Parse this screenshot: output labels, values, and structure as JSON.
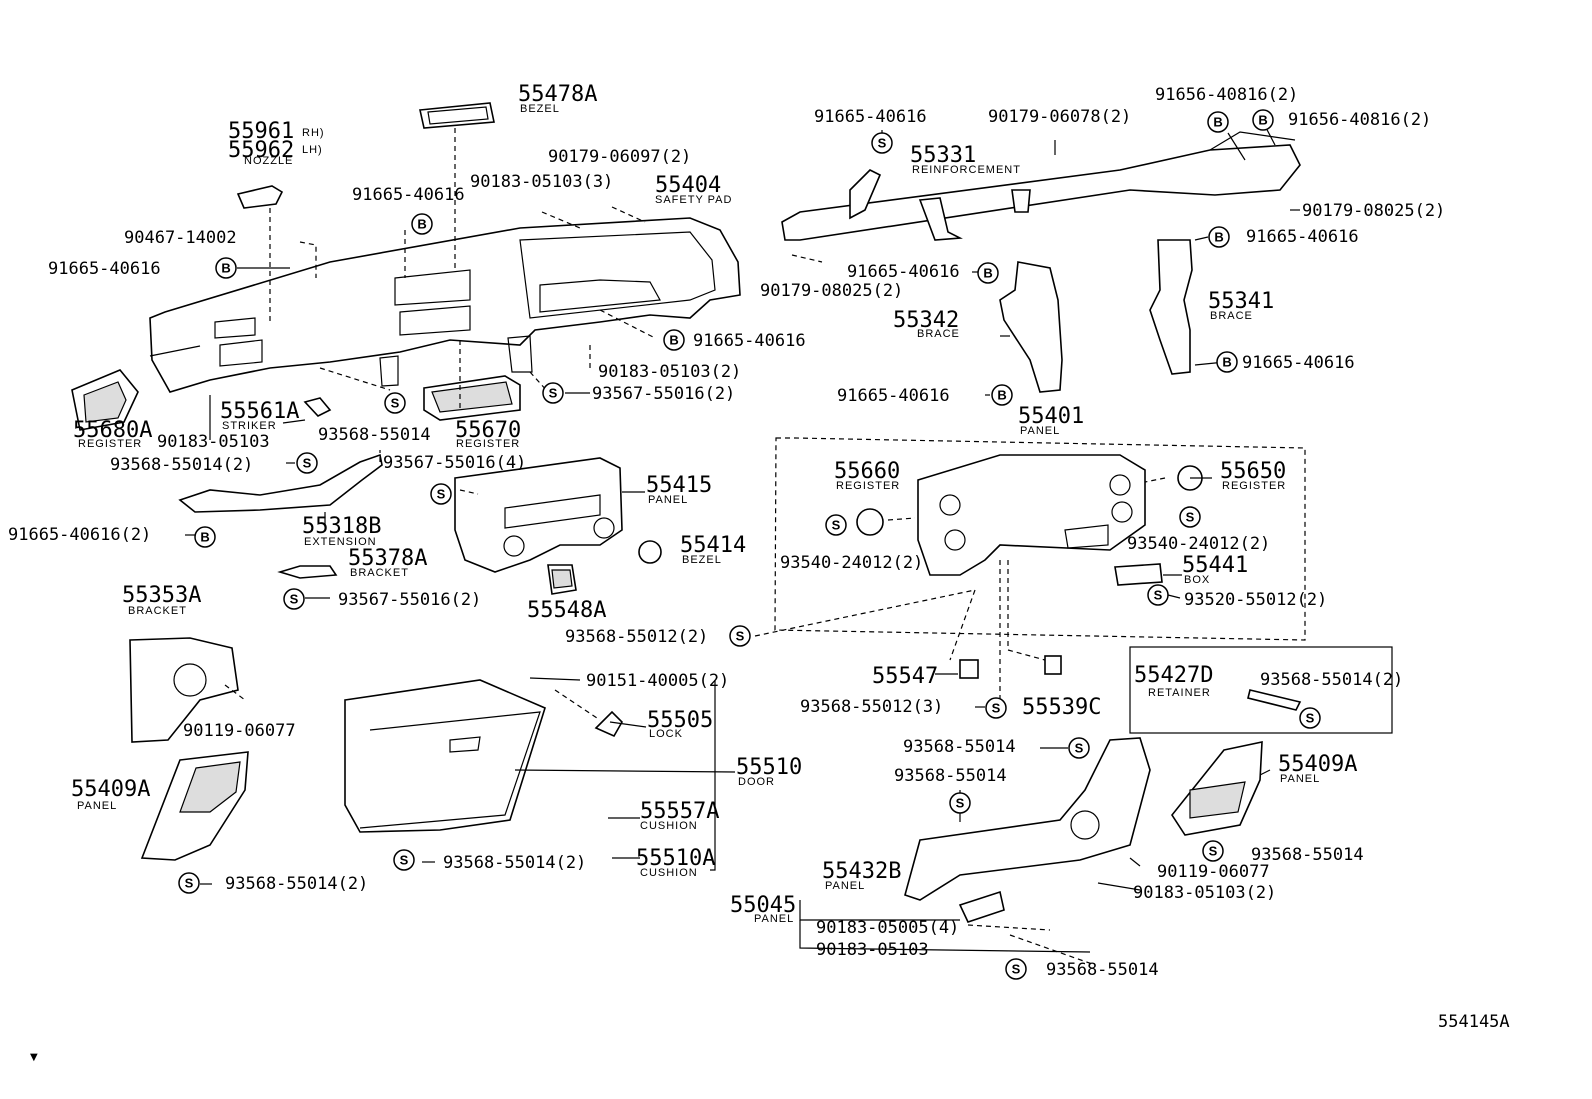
{
  "labels": {
    "l01": "55478A",
    "l02": "BEZEL",
    "l03": "55961",
    "l04": "RH)",
    "l05": "55962",
    "l06": "LH)",
    "l07": "NOZZLE",
    "l08": "90179-06097(2)",
    "l09": "90183-05103(3)",
    "l10": "55404",
    "l11": "SAFETY PAD",
    "l12": "91665-40616",
    "l13": "90467-14002",
    "l14": "91665-40616",
    "l15": "91665-40616",
    "l16": "90183-05103(2)",
    "l17": "93567-55016(2)",
    "l18": "55680A",
    "l19": "REGISTER",
    "l20": "55561A",
    "l21": "STRIKER",
    "l22": "90183-05103",
    "l23": "93568-55014",
    "l24": "55670",
    "l25": "REGISTER",
    "l26": "93568-55014(2)",
    "l27": "93567-55016(4)",
    "l28": "55415",
    "l29": "PANEL",
    "l30": "91665-40616(2)",
    "l31": "55318B",
    "l32": "EXTENSION",
    "l33": "55378A",
    "l34": "BRACKET",
    "l35": "55414",
    "l36": "BEZEL",
    "l37": "93567-55016(2)",
    "l38": "55548A",
    "l39": "55353A",
    "l40": "BRACKET",
    "l41": "93568-55012(2)",
    "l42": "90151-40005(2)",
    "l43": "90119-06077",
    "l44": "55505",
    "l45": "LOCK",
    "l46": "55510",
    "l47": "DOOR",
    "l48": "55409A",
    "l49": "PANEL",
    "l50": "55557A",
    "l51": "CUSHION",
    "l52": "93568-55014(2)",
    "l53": "55510A",
    "l54": "CUSHION",
    "l55": "93568-55014(2)",
    "l56": "91665-40616",
    "l57": "90179-06078(2)",
    "l58": "91656-40816(2)",
    "l59": "91656-40816(2)",
    "l60": "55331",
    "l61": "REINFORCEMENT",
    "l62": "90179-08025(2)",
    "l63": "91665-40616",
    "l64": "91665-40616",
    "l65": "90179-08025(2)",
    "l66": "55342",
    "l67": "BRACE",
    "l68": "55341",
    "l69": "BRACE",
    "l70": "91665-40616",
    "l71": "91665-40616",
    "l72": "55401",
    "l73": "PANEL",
    "l74": "55660",
    "l75": "REGISTER",
    "l76": "55650",
    "l77": "REGISTER",
    "l78": "93540-24012(2)",
    "l79": "93540-24012(2)",
    "l80": "55441",
    "l81": "BOX",
    "l82": "93520-55012(2)",
    "l83": "55547",
    "l84": "55539C",
    "l85": "93568-55012(3)",
    "l86": "55427D",
    "l87": "RETAINER",
    "l88": "93568-55014(2)",
    "l89": "93568-55014",
    "l90": "93568-55014",
    "l91": "55409A",
    "l92": "PANEL",
    "l93": "93568-55014",
    "l94": "90119-06077",
    "l95": "55432B",
    "l96": "PANEL",
    "l97": "90183-05103(2)",
    "l98": "55045",
    "l99": "PANEL",
    "l100": "90183-05005(4)",
    "l101": "90183-05103",
    "l102": "93568-55014",
    "l103": "554145A"
  },
  "symbols": {
    "s": "S",
    "b": "B"
  },
  "icons": [
    "bolt-b-circle-icon",
    "screw-s-circle-icon"
  ]
}
